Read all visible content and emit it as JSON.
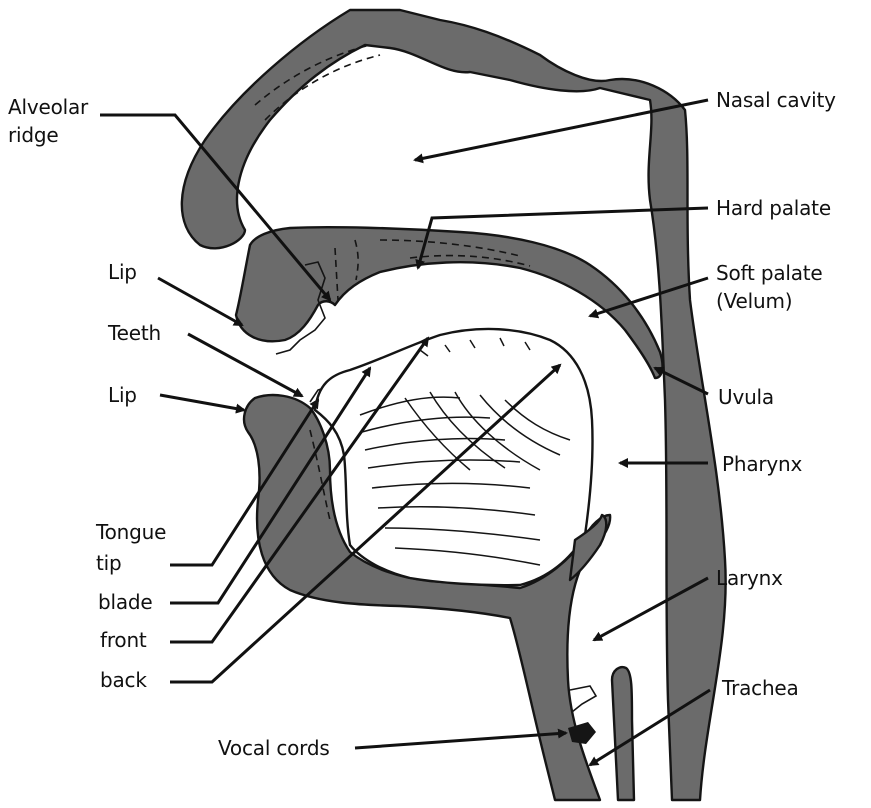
{
  "labels": {
    "alveolar_ridge_1": "Alveolar",
    "alveolar_ridge_2": "ridge",
    "nasal_cavity": "Nasal cavity",
    "hard_palate": "Hard palate",
    "soft_palate_1": "Soft palate",
    "soft_palate_2": "(Velum)",
    "upper_lip": "Lip",
    "teeth": "Teeth",
    "lower_lip": "Lip",
    "uvula": "Uvula",
    "pharynx": "Pharynx",
    "tongue_tip_1": "Tongue",
    "tongue_tip_2": "tip",
    "blade": "blade",
    "front": "front",
    "back": "back",
    "larynx": "Larynx",
    "trachea": "Trachea",
    "vocal_cords": "Vocal cords"
  },
  "colors": {
    "tissue": "#6b6b6b",
    "outline": "#151515",
    "background": "#ffffff"
  }
}
